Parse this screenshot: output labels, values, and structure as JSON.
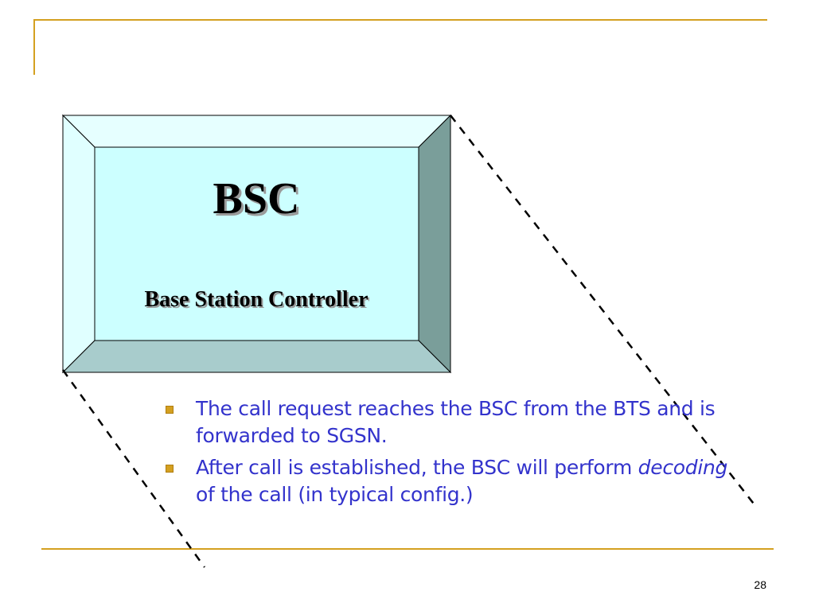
{
  "slide": {
    "colors": {
      "accent": "#d4a020",
      "text": "#3333cc",
      "box_face": "#ccffff",
      "box_top": "#e6ffff",
      "box_left": "#e0ffff",
      "box_right": "#7a9e9a",
      "box_bottom": "#a8cccc"
    },
    "box": {
      "title": "BSC",
      "subtitle": "Base Station Controller"
    },
    "bullets": [
      {
        "text": "The call request reaches the BSC from the BTS and is forwarded to SGSN."
      },
      {
        "emphasis": "decoding",
        "text_before": "After call is established, the BSC will perform ",
        "text_after": " of the call (in typical config.)"
      }
    ],
    "page_number": "28"
  }
}
